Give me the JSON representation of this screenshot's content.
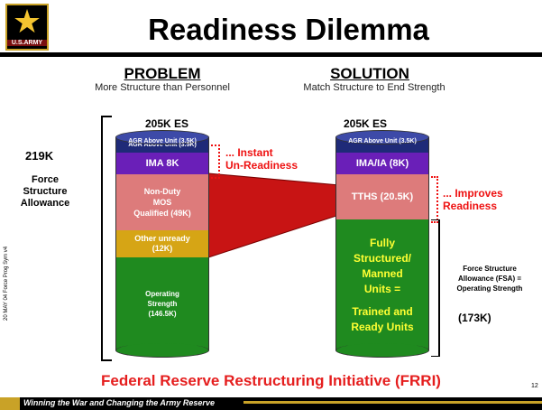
{
  "slide": {
    "title": "Readiness Dilemma",
    "logo_text": "U.S.ARMY",
    "footer": "Winning the War and Changing the Army Reserve",
    "bottom_headline": "Federal Reserve Restructuring Initiative (FRRI)",
    "page_number": "12",
    "side_note": "20 MAY 04 Force Prog Sym v4"
  },
  "problem": {
    "heading": "PROBLEM",
    "subheading": "More Structure than Personnel",
    "es_label": "205K ES",
    "fsa_value": "219K",
    "fsa_label_1": "Force",
    "fsa_label_2": "Structure",
    "fsa_label_3": "Allowance",
    "segments": {
      "agr": "AGR Above Unit (3.5K)",
      "ima": "IMA 8K",
      "nonduty": [
        "Non-Duty",
        "MOS",
        "Qualified (49K)"
      ],
      "unready": [
        "Other unready",
        "(12K)"
      ],
      "operating": [
        "Operating",
        "Strength",
        "(146.5K)"
      ]
    },
    "callout": [
      "... Instant",
      "Un-Readiness"
    ]
  },
  "solution": {
    "heading": "SOLUTION",
    "subheading": "Match Structure to End Strength",
    "es_label": "205K ES",
    "segments": {
      "agr": "AGR Above Unit (3.5K)",
      "ima": "IMA/IA (8K)",
      "tths": "TTHS (20.5K)",
      "units": [
        "Fully",
        "Structured/",
        "Manned",
        "Units =",
        "Trained and",
        "Ready Units"
      ]
    },
    "callout": [
      "... Improves",
      "Readiness"
    ],
    "fsa_note": [
      "Force Structure",
      "Allowance (FSA) =",
      "Operating Strength"
    ],
    "fsa_value": "(173K)"
  },
  "colors": {
    "navy": "#1f2a78",
    "purple": "#6a1fb8",
    "salmon": "#dd7b7b",
    "gold": "#d6a515",
    "green": "#1f8a1f",
    "red": "#e51e1e"
  }
}
